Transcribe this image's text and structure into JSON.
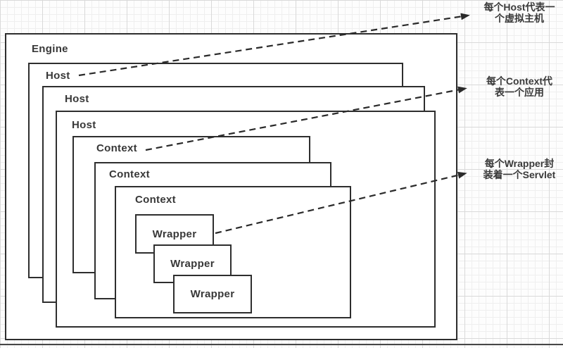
{
  "diagram": {
    "engine": {
      "label": "Engine"
    },
    "hosts": [
      {
        "label": "Host"
      },
      {
        "label": "Host"
      },
      {
        "label": "Host"
      }
    ],
    "contexts": [
      {
        "label": "Context"
      },
      {
        "label": "Context"
      },
      {
        "label": "Context"
      }
    ],
    "wrappers": [
      {
        "label": "Wrapper"
      },
      {
        "label": "Wrapper"
      },
      {
        "label": "Wrapper"
      }
    ]
  },
  "annotations": {
    "host": {
      "line1": "每个Host代表一",
      "line2": "个虚拟主机"
    },
    "context": {
      "line1": "每个Context代",
      "line2": "表一个应用"
    },
    "wrapper": {
      "line1": "每个Wrapper封",
      "line2": "装着一个Servlet"
    }
  },
  "colors": {
    "box_fill": "#ffffff",
    "box_border": "#2e2e2e",
    "label_text": "#383838",
    "annotation_text": "#3a3a3a",
    "arrow": "#2a2a2a",
    "grid_minor": "#efefef",
    "grid_major": "#d9d9d9"
  }
}
